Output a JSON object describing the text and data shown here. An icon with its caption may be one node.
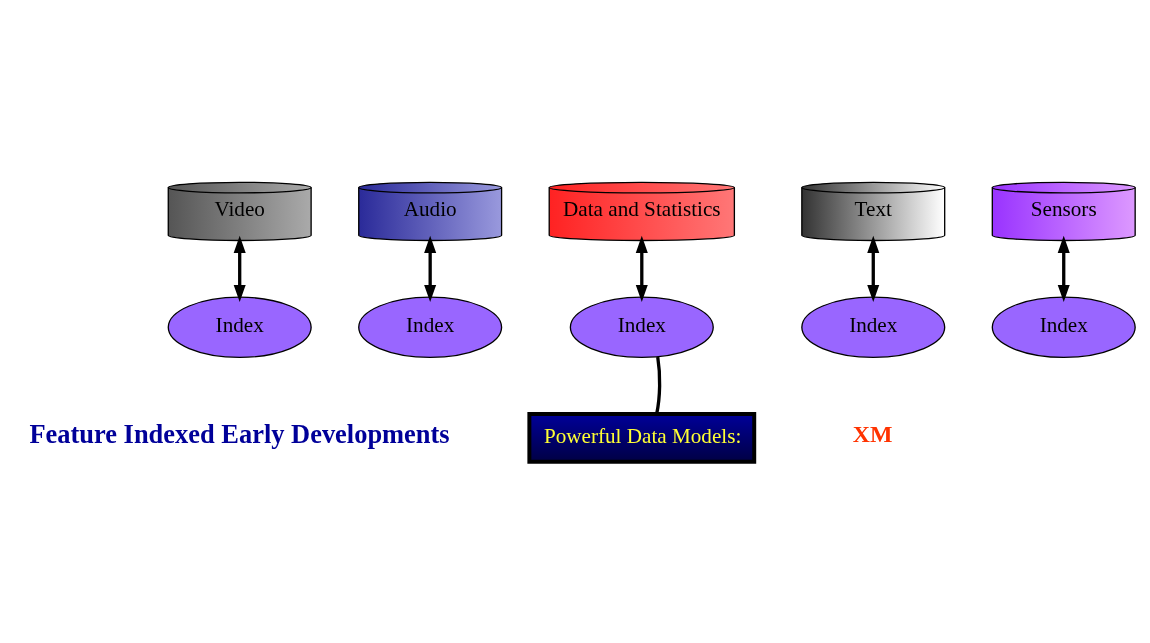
{
  "diagram": {
    "nodes": [
      {
        "text": [
          "Video"
        ]
      },
      {
        "text": [
          "Index"
        ]
      },
      {
        "text": [
          "Audio"
        ]
      },
      {
        "text": [
          "Index"
        ]
      },
      {
        "text": [
          "Data and Statistics"
        ]
      },
      {
        "text": [
          "Index"
        ]
      },
      {
        "text": [
          "Text"
        ]
      },
      {
        "text": [
          "Index"
        ]
      },
      {
        "text": [
          "Sensors"
        ]
      },
      {
        "text": [
          "Index"
        ]
      },
      {
        "text": [
          "Powerful Data Models:"
        ]
      }
    ],
    "edges": [
      {
        "from": 0,
        "to": 1,
        "arrow": "both"
      },
      {
        "from": 2,
        "to": 3,
        "arrow": "both"
      },
      {
        "from": 4,
        "to": 5,
        "arrow": "both"
      },
      {
        "from": 6,
        "to": 7,
        "arrow": "both"
      },
      {
        "from": 8,
        "to": 9,
        "arrow": "both"
      },
      {
        "from": 10,
        "to": 5,
        "arrow": "none"
      }
    ],
    "labels": [
      "XM",
      "Feature Indexed Early Developments"
    ]
  }
}
